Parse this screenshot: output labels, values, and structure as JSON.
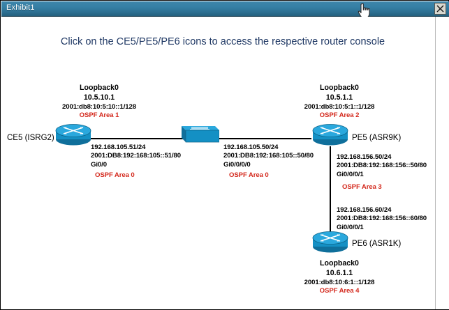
{
  "window": {
    "title": "Exhibit1",
    "close_icon": "close-icon",
    "cursor_icon": "pointing-hand-cursor"
  },
  "heading": "Click on the CE5/PE5/PE6 icons to access the respective router console",
  "colors": {
    "titlebar": "#2f7ba1",
    "heading_text": "#1f3864",
    "ospf_text": "#d42a1e",
    "device_blue": "#1f9bd1",
    "link": "#000000"
  },
  "devices": [
    {
      "id": "ce5",
      "label": "CE5 (ISRG2)",
      "icon": "router-icon"
    },
    {
      "id": "sw1",
      "label": "",
      "icon": "switch-icon"
    },
    {
      "id": "pe5",
      "label": "PE5 (ASR9K)",
      "icon": "router-icon"
    },
    {
      "id": "pe6",
      "label": "PE6 (ASR1K)",
      "icon": "router-icon"
    }
  ],
  "annotations": {
    "ce5_loopback": {
      "title": "Loopback0",
      "ipv4": "10.5.10.1",
      "ipv6": "2001:db8:10:5:10::1/128",
      "ospf": "OSPF Area 1"
    },
    "pe5_loopback": {
      "title": "Loopback0",
      "ipv4": "10.5.1.1",
      "ipv6": "2001:db8:10:5:1::1/128",
      "ospf": "OSPF Area 2"
    },
    "ce5_gi00": {
      "ipv4": "192.168.105.51/24",
      "ipv6": "2001:DB8:192:168:105::51/80",
      "intf": "Gi0/0",
      "ospf": "OSPF Area 0"
    },
    "pe5_gi0000": {
      "ipv4": "192.168.105.50/24",
      "ipv6": "2001:DB8:192:168:105::50/80",
      "intf": "Gi0/0/0/0",
      "ospf": "OSPF Area 0"
    },
    "pe5_gi0001": {
      "ipv4": "192.168.156.50/24",
      "ipv6": "2001:DB8:192:168:156::50/80",
      "intf": "Gi0/0/0/1",
      "ospf": "OSPF Area 3"
    },
    "pe6_gi0001": {
      "ipv4": "192.168.156.60/24",
      "ipv6": "2001:DB8:192:168:156::60/80",
      "intf": "Gi0/0/0/1"
    },
    "pe6_loopback": {
      "title": "Loopback0",
      "ipv4": "10.6.1.1",
      "ipv6": "2001:db8:10:6:1::1/128",
      "ospf": "OSPF Area 4"
    }
  }
}
